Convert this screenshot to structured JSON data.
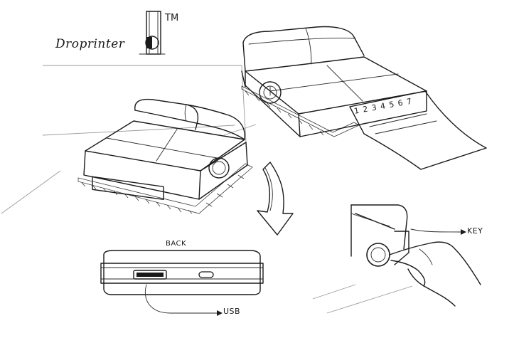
{
  "labels": {
    "brand": "Droprinter",
    "trademark": "TM",
    "back": "BACK",
    "key": "KEY",
    "usb": "USB",
    "paper_digits": "1 2 3 4 5 6 7"
  },
  "colors": {
    "ink": "#1a1a1a",
    "paper": "#ffffff"
  }
}
